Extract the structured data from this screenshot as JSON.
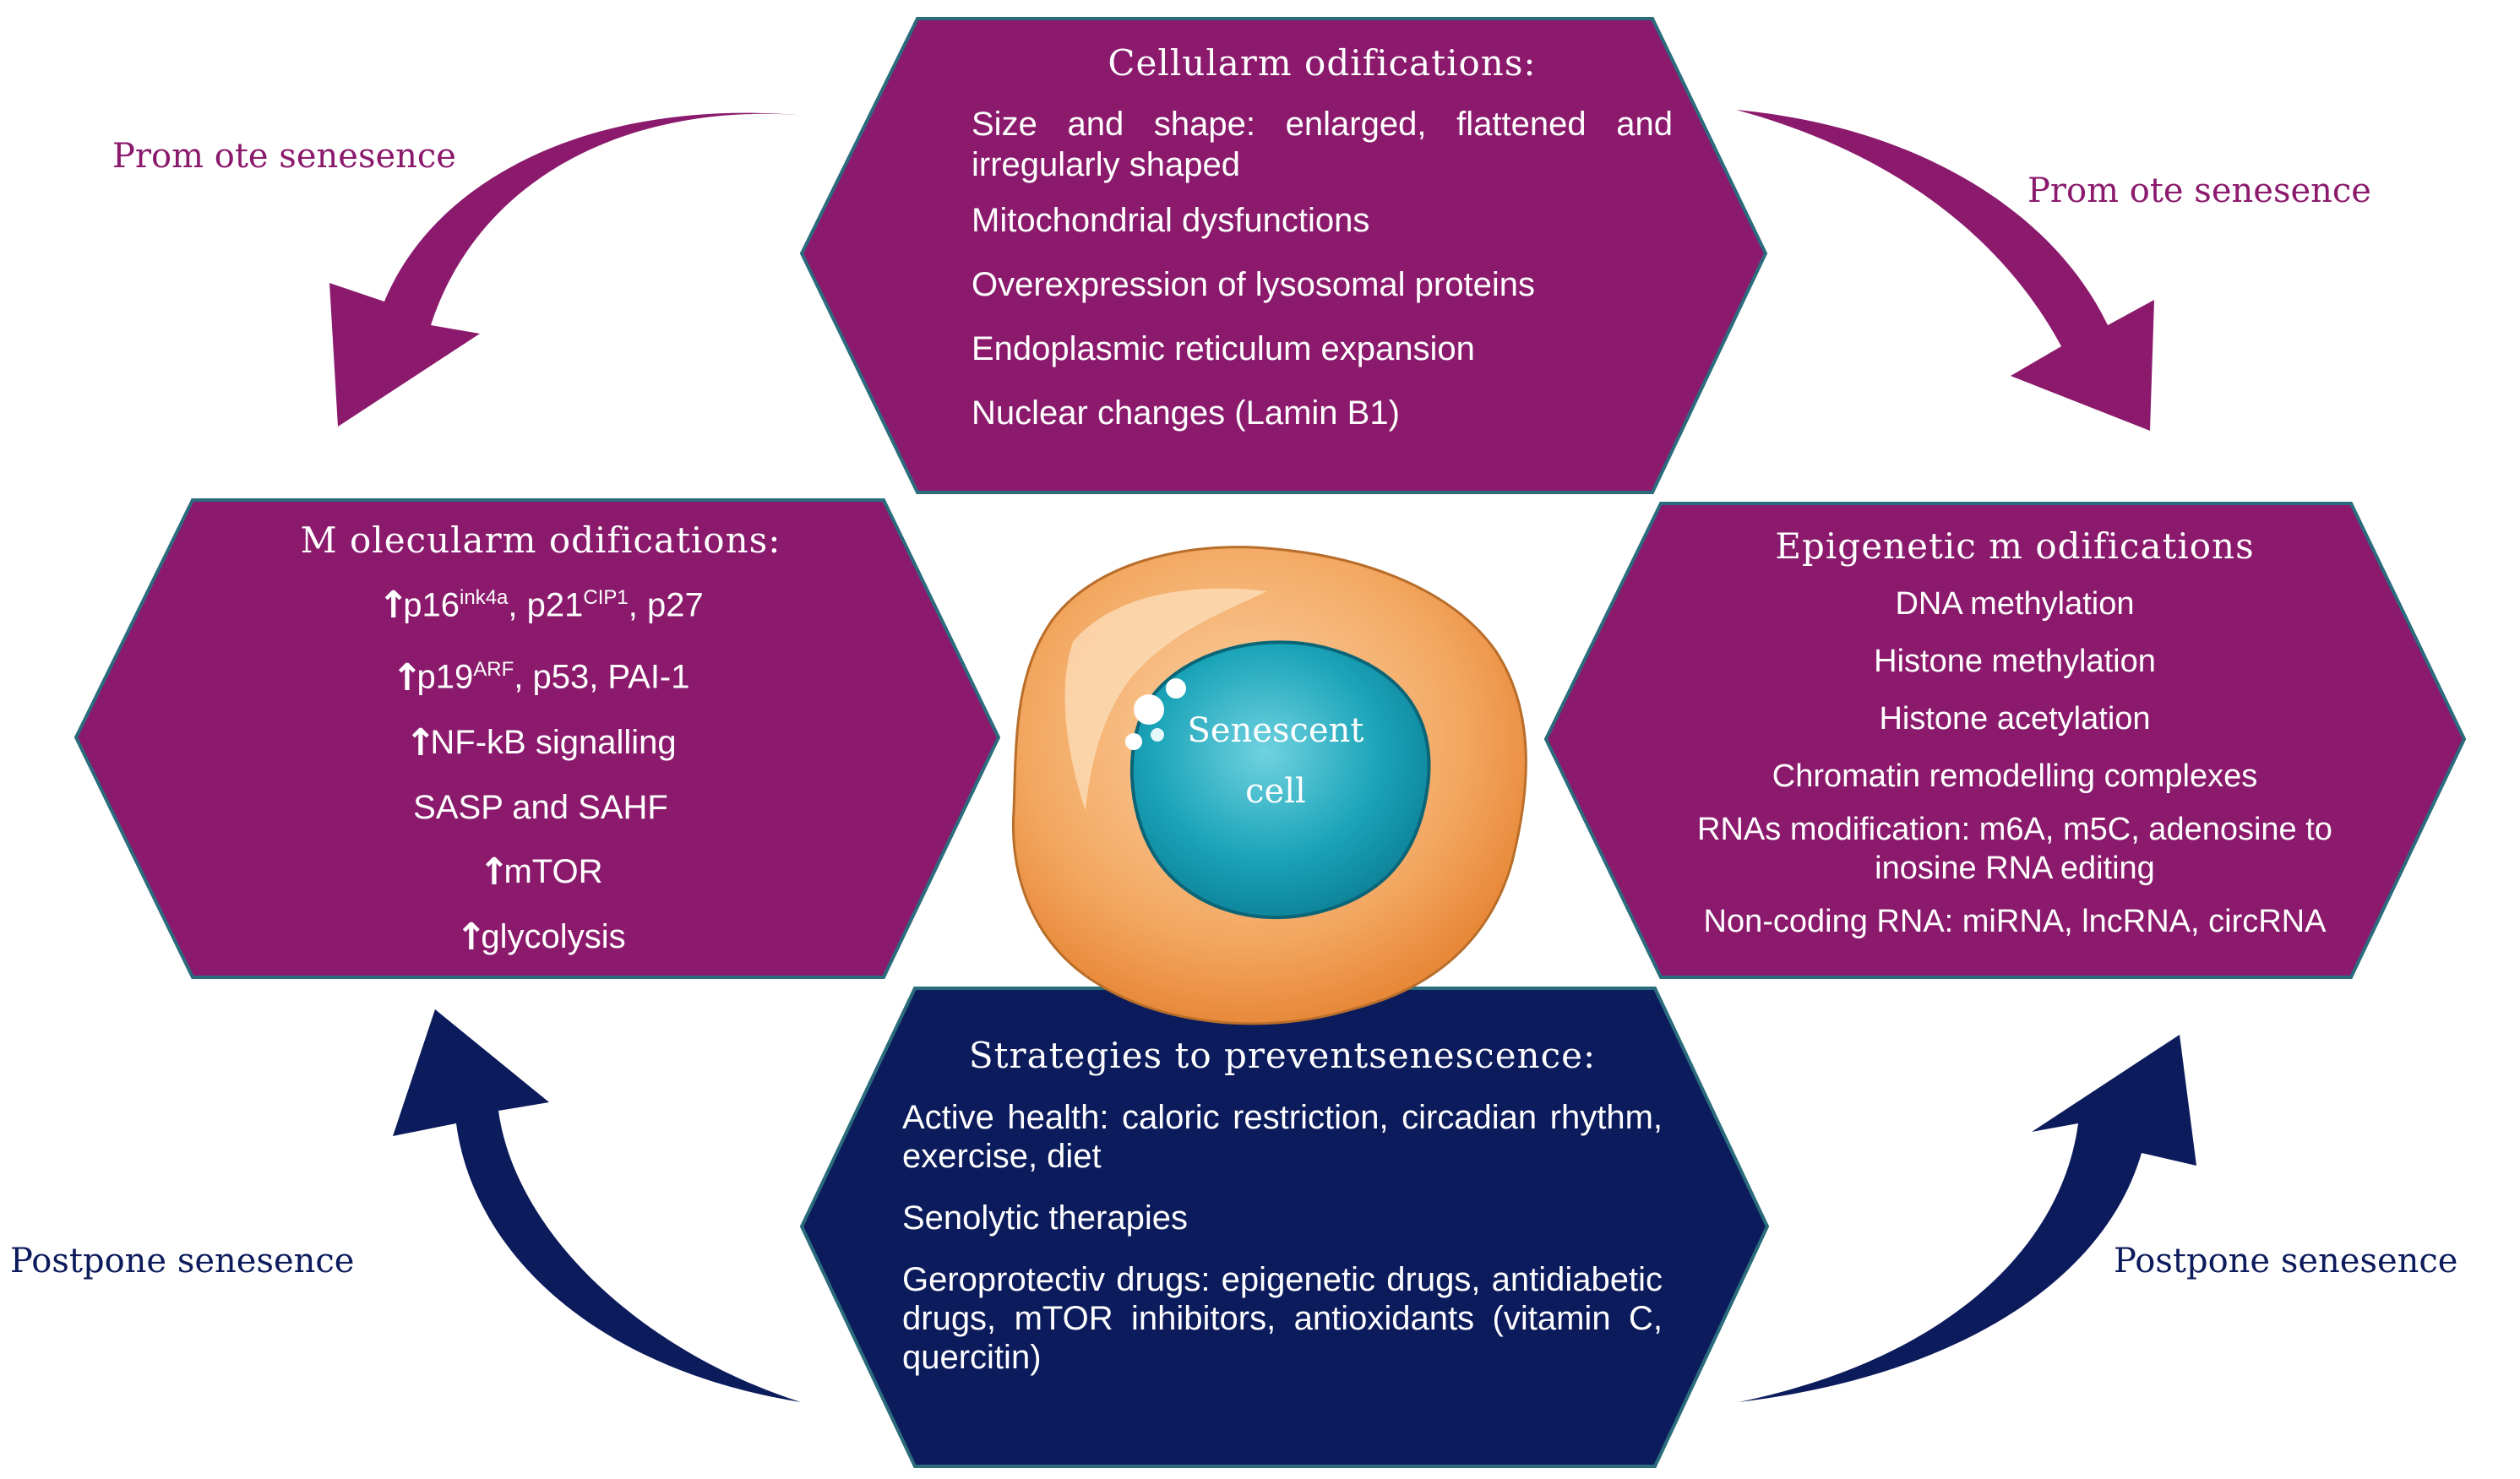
{
  "colors": {
    "purple": "#8b1a6d",
    "purple_border": "#2a6b7c",
    "navy": "#0c1b5c",
    "navy_border": "#2a6b7c",
    "promote_text": "#8b1a6d",
    "postpone_text": "#0c1b5c",
    "cell_outer": "#f3a862",
    "cell_nucleus": "#1593a6"
  },
  "labels": {
    "promote_left": "Prom ote senesence",
    "promote_right": "Prom ote senesence",
    "postpone_left": "Postpone senesence",
    "postpone_right": "Postpone senesence"
  },
  "cellular": {
    "heading": "Cellularm odifications:",
    "items": [
      "Size and shape: enlarged, flattened and irregularly shaped",
      "Mitochondrial dysfunctions",
      "Overexpression of lysosomal proteins",
      "Endoplasmic reticulum expansion",
      "Nuclear changes (Lamin B1)"
    ]
  },
  "molecular": {
    "heading": "M olecularm odifications:",
    "items": [
      {
        "pre": "p16",
        "sup1": "ink4a",
        "mid": ", p21",
        "sup2": "CIP1",
        "post": ", p27",
        "arrow": true
      },
      {
        "pre": "p19",
        "sup1": "ARF",
        "mid": ", p53, PAI-1",
        "arrow": true
      },
      {
        "pre": "NF-kB signalling",
        "arrow": true
      },
      {
        "pre": "SASP and SAHF",
        "arrow": false
      },
      {
        "pre": "mTOR",
        "arrow": true
      },
      {
        "pre": "glycolysis",
        "arrow": true
      }
    ]
  },
  "epigenetic": {
    "heading": "Epigenetic m odifications",
    "items": [
      "DNA methylation",
      "Histone methylation",
      "Histone acetylation",
      "Chromatin remodelling complexes",
      "RNAs modification: m6A, m5C, adenosine to inosine  RNA editing",
      "Non-coding RNA: miRNA, lncRNA, circRNA"
    ]
  },
  "strategies": {
    "heading": "Strategies to preventsenescence:",
    "items": [
      "Active health: caloric restriction, circadian rhythm, exercise, diet",
      "Senolytic therapies",
      "Geroprotectiv drugs: epigenetic drugs, antidiabetic drugs, mTOR inhibitors, antioxidants (vitamin C, quercitin)"
    ]
  },
  "cell": {
    "label_line1": "Senescent",
    "label_line2": "cell"
  }
}
